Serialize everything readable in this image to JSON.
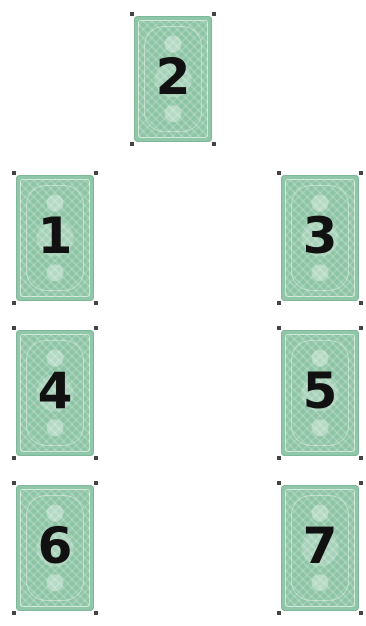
{
  "cards": [
    {
      "label": "2"
    },
    {
      "label": "1"
    },
    {
      "label": "3"
    },
    {
      "label": "4"
    },
    {
      "label": "5"
    },
    {
      "label": "6"
    },
    {
      "label": "7"
    }
  ]
}
